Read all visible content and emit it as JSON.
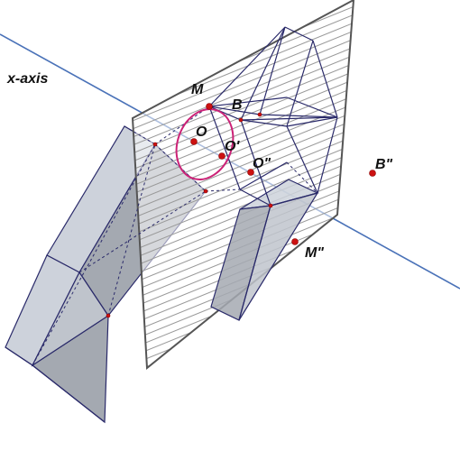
{
  "labels": {
    "x_axis": "x-axis",
    "M": "M",
    "B": "B",
    "O": "O",
    "O_prime": "O'",
    "O_double_prime": "O\"",
    "B_double_prime": "B\"",
    "M_double_prime": "M\""
  },
  "colors": {
    "axis": "#4a72b8",
    "circle": "#cc2277",
    "point": "#cc1111",
    "edge": "#2a2a6a",
    "solid_light": "#cdd2db",
    "solid_dark": "#a4a9b1",
    "frame": "#555555",
    "hatch": "#9a9a9a"
  }
}
